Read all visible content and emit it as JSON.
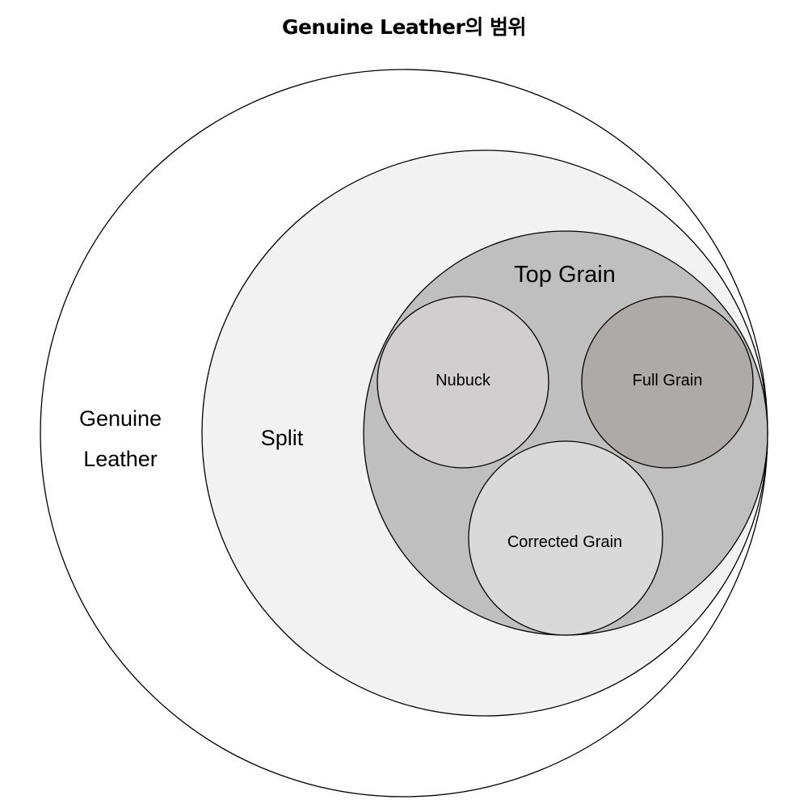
{
  "title": "Genuine Leather의 범위",
  "regions": {
    "genuine_leather": {
      "label_line1": "Genuine",
      "label_line2": "Leather",
      "color": "#ffffff"
    },
    "split": {
      "label": "Split",
      "color": "#f2f2f2"
    },
    "top_grain": {
      "label": "Top Grain",
      "color": "#bfbfbf"
    },
    "nubuck": {
      "label": "Nubuck",
      "color": "#d0cecf"
    },
    "full_grain": {
      "label": "Full Grain",
      "color": "#aeaaaa"
    },
    "corrected_grain": {
      "label": "Corrected Grain",
      "color": "#d9d9d9"
    }
  }
}
